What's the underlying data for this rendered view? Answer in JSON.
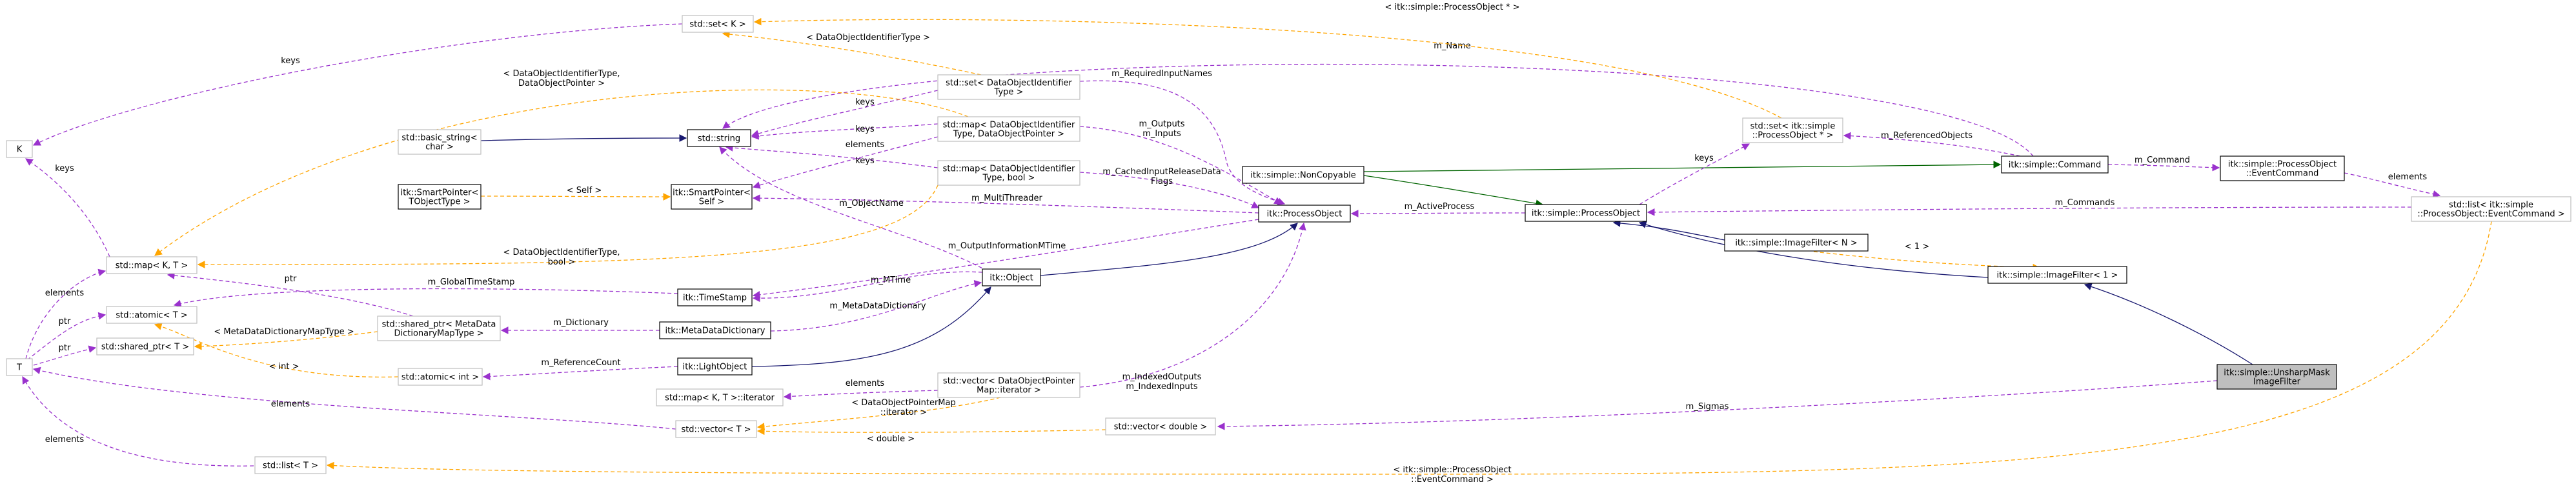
{
  "nodes": [
    {
      "id": "unsharp",
      "lines": [
        "itk::simple::UnsharpMask",
        "ImageFilter"
      ],
      "style": "focus"
    },
    {
      "id": "imgfilter1",
      "lines": [
        "itk::simple::ImageFilter< 1 >"
      ],
      "style": "solid"
    },
    {
      "id": "imgfilterN",
      "lines": [
        "itk::simple::ImageFilter< N >"
      ],
      "style": "solid"
    },
    {
      "id": "spo",
      "lines": [
        "itk::simple::ProcessObject"
      ],
      "style": "solid"
    },
    {
      "id": "noncopy",
      "lines": [
        "itk::simple::NonCopyable"
      ],
      "style": "solid"
    },
    {
      "id": "command",
      "lines": [
        "itk::simple::Command"
      ],
      "style": "solid"
    },
    {
      "id": "eventcmd",
      "lines": [
        "itk::simple::ProcessObject",
        "::EventCommand"
      ],
      "style": "solid"
    },
    {
      "id": "listEvent",
      "lines": [
        "std::list< itk::simple",
        "::ProcessObject::EventCommand >"
      ],
      "style": "grey"
    },
    {
      "id": "setSPO",
      "lines": [
        "std::set< itk::simple",
        "::ProcessObject * >"
      ],
      "style": "grey"
    },
    {
      "id": "vecDouble",
      "lines": [
        "std::vector< double >"
      ],
      "style": "grey"
    },
    {
      "id": "itkPO",
      "lines": [
        "itk::ProcessObject"
      ],
      "style": "solid"
    },
    {
      "id": "itkObject",
      "lines": [
        "itk::Object"
      ],
      "style": "solid"
    },
    {
      "id": "setK",
      "lines": [
        "std::set< K >"
      ],
      "style": "grey"
    },
    {
      "id": "setDOI",
      "lines": [
        "std::set< DataObjectIdentifier",
        "Type >"
      ],
      "style": "grey"
    },
    {
      "id": "mapDOIptr",
      "lines": [
        "std::map< DataObjectIdentifier",
        "Type, DataObjectPointer >"
      ],
      "style": "grey"
    },
    {
      "id": "mapDOIbool",
      "lines": [
        "std::map< DataObjectIdentifier",
        "Type, bool >"
      ],
      "style": "grey"
    },
    {
      "id": "vecDOPiter",
      "lines": [
        "std::vector< DataObjectPointer",
        "Map::iterator >"
      ],
      "style": "grey"
    },
    {
      "id": "string",
      "lines": [
        "std::string"
      ],
      "style": "solid"
    },
    {
      "id": "basicString",
      "lines": [
        "std::basic_string<",
        "char >"
      ],
      "style": "grey"
    },
    {
      "id": "spTemplate",
      "lines": [
        "itk::SmartPointer<",
        "TObjectType >"
      ],
      "style": "solid"
    },
    {
      "id": "spSelf",
      "lines": [
        "itk::SmartPointer<",
        "Self >"
      ],
      "style": "solid"
    },
    {
      "id": "timestamp",
      "lines": [
        "itk::TimeStamp"
      ],
      "style": "solid"
    },
    {
      "id": "metaDict",
      "lines": [
        "itk::MetaDataDictionary"
      ],
      "style": "solid"
    },
    {
      "id": "lightObj",
      "lines": [
        "itk::LightObject"
      ],
      "style": "solid"
    },
    {
      "id": "sharedMeta",
      "lines": [
        "std::shared_ptr< MetaData",
        "DictionaryMapType >"
      ],
      "style": "grey"
    },
    {
      "id": "atomicInt",
      "lines": [
        "std::atomic< int >"
      ],
      "style": "grey"
    },
    {
      "id": "mapIter",
      "lines": [
        "std::map< K, T >::iterator"
      ],
      "style": "grey"
    },
    {
      "id": "vecT",
      "lines": [
        "std::vector< T >"
      ],
      "style": "grey"
    },
    {
      "id": "listT",
      "lines": [
        "std::list< T >"
      ],
      "style": "grey"
    },
    {
      "id": "mapKT",
      "lines": [
        "std::map< K, T >"
      ],
      "style": "grey"
    },
    {
      "id": "atomicT",
      "lines": [
        "std::atomic< T >"
      ],
      "style": "grey"
    },
    {
      "id": "sharedT",
      "lines": [
        "std::shared_ptr< T >"
      ],
      "style": "grey"
    },
    {
      "id": "K",
      "lines": [
        "K"
      ],
      "style": "grey"
    },
    {
      "id": "T",
      "lines": [
        "T"
      ],
      "style": "grey"
    }
  ],
  "edges": [
    {
      "id": "e1",
      "from": "imgfilter1",
      "to": "unsharp",
      "kind": "inherit",
      "label": []
    },
    {
      "id": "e2",
      "from": "vecDouble",
      "to": "unsharp",
      "kind": "usage",
      "label": [
        "m_Sigmas"
      ]
    },
    {
      "id": "e3",
      "from": "spo",
      "to": "imgfilter1",
      "kind": "inherit",
      "label": []
    },
    {
      "id": "e4",
      "from": "imgfilterN",
      "to": "imgfilter1",
      "kind": "template",
      "label": [
        "< 1 >"
      ]
    },
    {
      "id": "e5",
      "from": "noncopy",
      "to": "spo",
      "kind": "private",
      "label": []
    },
    {
      "id": "e6",
      "from": "listEvent",
      "to": "spo",
      "kind": "usage",
      "label": [
        "m_Commands"
      ]
    },
    {
      "id": "e7",
      "from": "itkPO",
      "to": "spo",
      "kind": "usage",
      "label": [
        "m_ActiveProcess"
      ]
    },
    {
      "id": "e8",
      "from": "noncopy",
      "to": "command",
      "kind": "private",
      "label": []
    },
    {
      "id": "e9",
      "from": "string",
      "to": "command",
      "kind": "usage",
      "label": [
        "m_Name"
      ]
    },
    {
      "id": "e10",
      "from": "setSPO",
      "to": "command",
      "kind": "usage",
      "label": [
        "m_ReferencedObjects"
      ]
    },
    {
      "id": "e11",
      "from": "command",
      "to": "eventcmd",
      "kind": "usage",
      "label": [
        "m_Command"
      ]
    },
    {
      "id": "e12",
      "from": "eventcmd",
      "to": "listEvent",
      "kind": "usage",
      "label": [
        "elements"
      ]
    },
    {
      "id": "e13",
      "from": "spo",
      "to": "setSPO",
      "kind": "usage",
      "label": [
        "keys"
      ]
    },
    {
      "id": "e14",
      "from": "setK",
      "to": "setSPO",
      "kind": "template",
      "label": [
        "< itk::simple::ProcessObject * >"
      ]
    },
    {
      "id": "e15",
      "from": "listT",
      "to": "listEvent",
      "kind": "template",
      "label": [
        "< itk::simple::ProcessObject",
        "::EventCommand >"
      ]
    },
    {
      "id": "e16",
      "from": "spo",
      "to": "imgfilterN",
      "kind": "inherit",
      "label": []
    },
    {
      "id": "e17",
      "from": "itkObject",
      "to": "itkPO",
      "kind": "inherit",
      "label": []
    },
    {
      "id": "e18",
      "from": "setDOI",
      "to": "itkPO",
      "kind": "usage",
      "label": [
        "m_RequiredInputNames"
      ]
    },
    {
      "id": "e19",
      "from": "mapDOIptr",
      "to": "itkPO",
      "kind": "usage",
      "label": [
        "m_Outputs",
        "m_Inputs"
      ]
    },
    {
      "id": "e20",
      "from": "mapDOIbool",
      "to": "itkPO",
      "kind": "usage",
      "label": [
        "m_CachedInputReleaseData",
        "Flags"
      ]
    },
    {
      "id": "e21",
      "from": "vecDOPiter",
      "to": "itkPO",
      "kind": "usage",
      "label": [
        "m_IndexedOutputs",
        "m_IndexedInputs"
      ]
    },
    {
      "id": "e22",
      "from": "spSelf",
      "to": "itkPO",
      "kind": "usage",
      "label": [
        "m_MultiThreader"
      ]
    },
    {
      "id": "e23",
      "from": "timestamp",
      "to": "itkPO",
      "kind": "usage",
      "label": [
        "m_OutputInformationMTime"
      ]
    },
    {
      "id": "e24",
      "from": "lightObj",
      "to": "itkObject",
      "kind": "inherit",
      "label": []
    },
    {
      "id": "e25",
      "from": "string",
      "to": "itkObject",
      "kind": "usage",
      "label": [
        "m_ObjectName"
      ]
    },
    {
      "id": "e26",
      "from": "timestamp",
      "to": "itkObject",
      "kind": "usage",
      "label": [
        "m_MTime"
      ]
    },
    {
      "id": "e27",
      "from": "metaDict",
      "to": "itkObject",
      "kind": "usage",
      "label": [
        "m_MetaDataDictionary"
      ]
    },
    {
      "id": "e28",
      "from": "setK",
      "to": "setDOI",
      "kind": "template",
      "label": [
        "< DataObjectIdentifierType >"
      ]
    },
    {
      "id": "e29",
      "from": "string",
      "to": "setDOI",
      "kind": "usage",
      "label": [
        "keys"
      ]
    },
    {
      "id": "e30",
      "from": "string",
      "to": "mapDOIptr",
      "kind": "usage",
      "label": [
        "keys"
      ]
    },
    {
      "id": "e31",
      "from": "spSelf",
      "to": "mapDOIptr",
      "kind": "usage",
      "label": [
        "elements"
      ]
    },
    {
      "id": "e32",
      "from": "mapKT",
      "to": "mapDOIptr",
      "kind": "template",
      "label": [
        "< DataObjectIdentifierType,",
        "DataObjectPointer >"
      ]
    },
    {
      "id": "e33",
      "from": "string",
      "to": "mapDOIbool",
      "kind": "usage",
      "label": [
        "keys"
      ]
    },
    {
      "id": "e34",
      "from": "mapKT",
      "to": "mapDOIbool",
      "kind": "template",
      "label": [
        "< DataObjectIdentifierType,",
        "bool >"
      ]
    },
    {
      "id": "e35",
      "from": "mapIter",
      "to": "vecDOPiter",
      "kind": "usage",
      "label": [
        "elements"
      ]
    },
    {
      "id": "e36",
      "from": "vecT",
      "to": "vecDOPiter",
      "kind": "template",
      "label": [
        "< DataObjectPointerMap",
        "::iterator >"
      ]
    },
    {
      "id": "e37",
      "from": "vecT",
      "to": "vecDouble",
      "kind": "template",
      "label": [
        "< double >"
      ]
    },
    {
      "id": "e38",
      "from": "basicString",
      "to": "string",
      "kind": "inherit",
      "label": []
    },
    {
      "id": "e39",
      "from": "spTemplate",
      "to": "spSelf",
      "kind": "template",
      "label": [
        "< Self >"
      ]
    },
    {
      "id": "e40",
      "from": "atomicT",
      "to": "timestamp",
      "kind": "usage",
      "label": [
        "m_GlobalTimeStamp"
      ]
    },
    {
      "id": "e41",
      "from": "sharedMeta",
      "to": "metaDict",
      "kind": "usage",
      "label": [
        "m_Dictionary"
      ]
    },
    {
      "id": "e42",
      "from": "atomicInt",
      "to": "lightObj",
      "kind": "usage",
      "label": [
        "m_ReferenceCount"
      ]
    },
    {
      "id": "e43",
      "from": "mapKT",
      "to": "sharedMeta",
      "kind": "usage",
      "label": [
        "ptr"
      ]
    },
    {
      "id": "e44",
      "from": "sharedT",
      "to": "sharedMeta",
      "kind": "template",
      "label": [
        "< MetaDataDictionaryMapType >"
      ]
    },
    {
      "id": "e45",
      "from": "atomicT",
      "to": "atomicInt",
      "kind": "template",
      "label": [
        "< int >"
      ]
    },
    {
      "id": "e46",
      "from": "K",
      "to": "setK",
      "kind": "usage",
      "label": [
        "keys"
      ]
    },
    {
      "id": "e47",
      "from": "K",
      "to": "mapKT",
      "kind": "usage",
      "label": [
        "keys"
      ]
    },
    {
      "id": "e48",
      "from": "T",
      "to": "mapKT",
      "kind": "usage",
      "label": [
        "elements"
      ]
    },
    {
      "id": "e49",
      "from": "T",
      "to": "atomicT",
      "kind": "usage",
      "label": [
        "ptr"
      ]
    },
    {
      "id": "e50",
      "from": "T",
      "to": "sharedT",
      "kind": "usage",
      "label": [
        "ptr"
      ]
    },
    {
      "id": "e51",
      "from": "T",
      "to": "vecT",
      "kind": "usage",
      "label": [
        "elements"
      ]
    },
    {
      "id": "e52",
      "from": "T",
      "to": "listT",
      "kind": "usage",
      "label": [
        "elements"
      ]
    }
  ],
  "colors": {
    "inherit": "#191970",
    "private": "#006400",
    "usage": "#9a32cd",
    "template": "#ffa500",
    "focusFill": "#bfbfbf",
    "greyBorder": "#bfbfbf",
    "solidBorder": "#000000",
    "text": "#000000"
  }
}
